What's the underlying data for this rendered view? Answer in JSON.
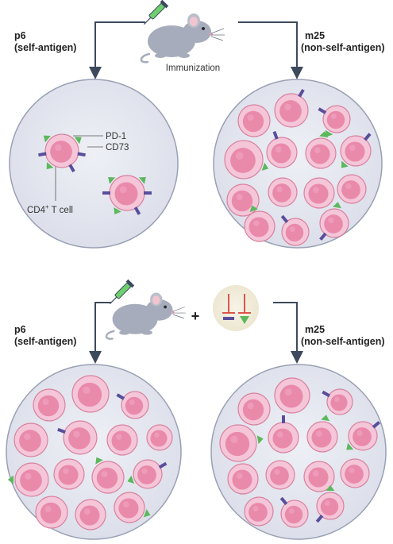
{
  "top": {
    "left_group": {
      "name": "p6",
      "desc": "(self-antigen)"
    },
    "right_group": {
      "name": "m25",
      "desc": "(non-self-antigen)"
    },
    "step_label": "Immunization",
    "callouts": {
      "pd1": "PD-1",
      "cd73": "CD73",
      "cell_prefix": "CD4",
      "cell_sup": "+",
      "cell_suffix": " T cell"
    }
  },
  "bottom": {
    "left_group": {
      "name": "p6",
      "desc": "(self-antigen)"
    },
    "right_group": {
      "name": "m25",
      "desc": "(non-self-antigen)"
    },
    "plus": "+"
  },
  "colors": {
    "circle_fill": "#e6e8f1",
    "circle_stroke": "#9aa0b4",
    "cell_outer": "#f4c6d8",
    "cell_inner": "#e98aab",
    "pd1": "#5cb85c",
    "cd73": "#5a4e9c",
    "arrow": "#3d4a5c",
    "mouse": "#a6acbb",
    "inhibitor_red": "#d9453b"
  },
  "icons": [
    "mouse-icon",
    "syringe-icon",
    "inhibitor-icon"
  ]
}
